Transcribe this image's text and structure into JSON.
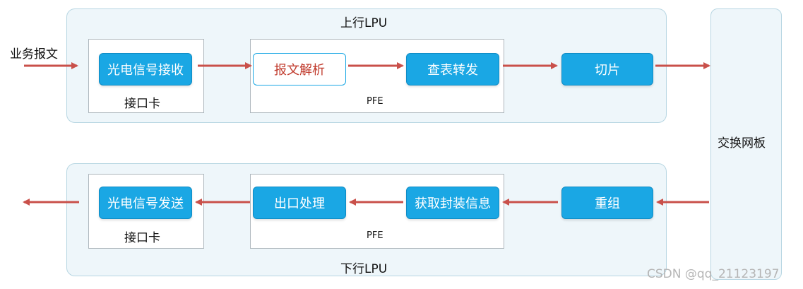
{
  "upstream": {
    "title": "上行LPU",
    "input_label": "业务报文",
    "interface_card": {
      "box": "光电信号接收",
      "caption": "接口卡"
    },
    "pfe": {
      "parse": "报文解析",
      "lookup": "查表转发",
      "caption": "PFE"
    },
    "slice": "切片"
  },
  "switch_board": "交换网板",
  "downstream": {
    "title": "下行LPU",
    "reassemble": "重组",
    "pfe": {
      "encap": "获取封装信息",
      "egress": "出口处理",
      "caption": "PFE"
    },
    "interface_card": {
      "box": "光电信号发送",
      "caption": "接口卡"
    }
  },
  "watermark": "CSDN @qq_21123197",
  "colors": {
    "arrow": "#c9504a",
    "box_blue": "#1aa7e4",
    "panel_bg": "#eef6fa"
  }
}
